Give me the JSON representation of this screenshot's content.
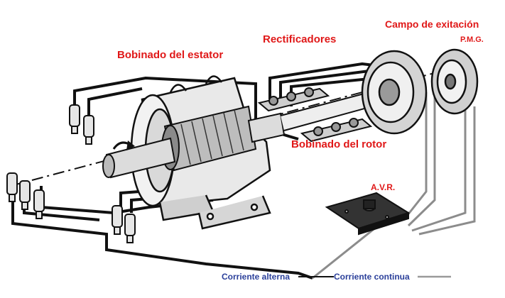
{
  "labels": {
    "stator_winding": "Bobinado del estator",
    "rectifiers": "Rectificadores",
    "excitation_field": "Campo de exitación",
    "pmg": "P.M.G.",
    "rotor_winding": "Bobinado del rotor",
    "avr": "A.V.R."
  },
  "legend": {
    "ac": "Corriente alterna",
    "dc": "Corriente continua"
  },
  "colors": {
    "label_red": "#e01818",
    "legend_blue": "#2a3f9a",
    "ac_line": "#111111",
    "dc_line": "#9a9a9a"
  }
}
